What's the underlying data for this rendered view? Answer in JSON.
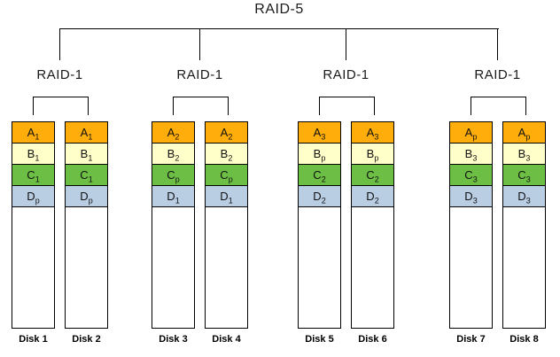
{
  "diagram": {
    "title": "RAID-5",
    "colors": {
      "line": "#000000",
      "stripe_a": "#FFAD0A",
      "stripe_b": "#FFFFC9",
      "stripe_c": "#6CBE44",
      "stripe_d": "#B9CDE3"
    },
    "groups": [
      {
        "label": "RAID-1",
        "disks": [
          {
            "name": "Disk 1",
            "blocks": [
              {
                "letter": "A",
                "sub": "1"
              },
              {
                "letter": "B",
                "sub": "1"
              },
              {
                "letter": "C",
                "sub": "1"
              },
              {
                "letter": "D",
                "sub": "p"
              }
            ]
          },
          {
            "name": "Disk 2",
            "blocks": [
              {
                "letter": "A",
                "sub": "1"
              },
              {
                "letter": "B",
                "sub": "1"
              },
              {
                "letter": "C",
                "sub": "1"
              },
              {
                "letter": "D",
                "sub": "p"
              }
            ]
          }
        ]
      },
      {
        "label": "RAID-1",
        "disks": [
          {
            "name": "Disk 3",
            "blocks": [
              {
                "letter": "A",
                "sub": "2"
              },
              {
                "letter": "B",
                "sub": "2"
              },
              {
                "letter": "C",
                "sub": "p"
              },
              {
                "letter": "D",
                "sub": "1"
              }
            ]
          },
          {
            "name": "Disk 4",
            "blocks": [
              {
                "letter": "A",
                "sub": "2"
              },
              {
                "letter": "B",
                "sub": "2"
              },
              {
                "letter": "C",
                "sub": "p"
              },
              {
                "letter": "D",
                "sub": "1"
              }
            ]
          }
        ]
      },
      {
        "label": "RAID-1",
        "disks": [
          {
            "name": "Disk 5",
            "blocks": [
              {
                "letter": "A",
                "sub": "3"
              },
              {
                "letter": "B",
                "sub": "p"
              },
              {
                "letter": "C",
                "sub": "2"
              },
              {
                "letter": "D",
                "sub": "2"
              }
            ]
          },
          {
            "name": "Disk 6",
            "blocks": [
              {
                "letter": "A",
                "sub": "3"
              },
              {
                "letter": "B",
                "sub": "p"
              },
              {
                "letter": "C",
                "sub": "2"
              },
              {
                "letter": "D",
                "sub": "2"
              }
            ]
          }
        ]
      },
      {
        "label": "RAID-1",
        "disks": [
          {
            "name": "Disk 7",
            "blocks": [
              {
                "letter": "A",
                "sub": "p"
              },
              {
                "letter": "B",
                "sub": "3"
              },
              {
                "letter": "C",
                "sub": "3"
              },
              {
                "letter": "D",
                "sub": "3"
              }
            ]
          },
          {
            "name": "Disk 8",
            "blocks": [
              {
                "letter": "A",
                "sub": "p"
              },
              {
                "letter": "B",
                "sub": "3"
              },
              {
                "letter": "C",
                "sub": "3"
              },
              {
                "letter": "D",
                "sub": "3"
              }
            ]
          }
        ]
      }
    ]
  }
}
